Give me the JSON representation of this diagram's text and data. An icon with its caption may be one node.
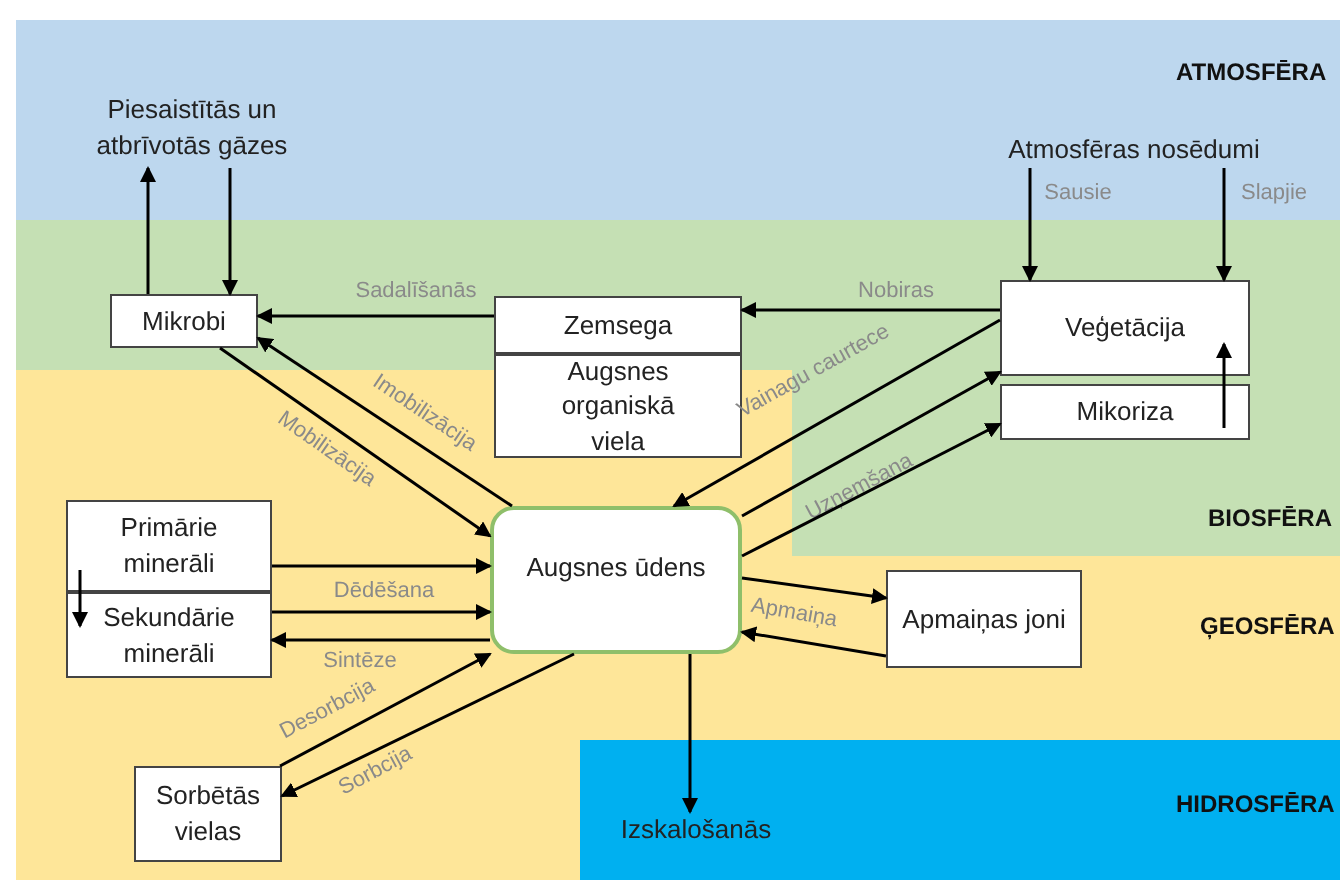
{
  "diagram": {
    "nodes": [
      {
        "text": [
          "Piesaistītās un atbrīvotās gāzes"
        ]
      },
      {
        "text": [
          "Mikrobi"
        ]
      },
      {
        "text": [
          "Zemsega"
        ]
      },
      {
        "text": [
          "Augsnes organiskā viela"
        ]
      },
      {
        "text": [
          "Atmosfēras nosēdumi"
        ]
      },
      {
        "text": [
          "Veģetācija"
        ]
      },
      {
        "text": [
          "Mikoriza"
        ]
      },
      {
        "text": [
          "Primārie minerāli"
        ]
      },
      {
        "text": [
          "Sekundārie minerāli"
        ]
      },
      {
        "text": [
          "Augsnes ūdens"
        ]
      },
      {
        "text": [
          "Apmaiņas joni"
        ]
      },
      {
        "text": [
          "Sorbētās vielas"
        ]
      },
      {
        "text": [
          "Izskalošanās"
        ]
      }
    ],
    "edges": [
      {
        "from": 1,
        "to": 0,
        "arrow": "to"
      },
      {
        "from": 0,
        "to": 1,
        "arrow": "to"
      },
      {
        "from": 2,
        "to": 1,
        "arrow": "to",
        "label": "Sadalīšanās"
      },
      {
        "from": 5,
        "to": 2,
        "arrow": "to",
        "label": "Nobiras"
      },
      {
        "from": 4,
        "to": 5,
        "arrow": "to",
        "label": "Sausie"
      },
      {
        "from": 4,
        "to": 5,
        "arrow": "to",
        "label": "Slapjie"
      },
      {
        "from": 9,
        "to": 1,
        "arrow": "to",
        "label": "Imobilizācija"
      },
      {
        "from": 1,
        "to": 9,
        "arrow": "to",
        "label": "Mobilizācija"
      },
      {
        "from": 5,
        "to": 9,
        "arrow": "to",
        "label": "Vainagu caurtece"
      },
      {
        "from": 9,
        "to": 5,
        "arrow": "to"
      },
      {
        "from": 9,
        "to": 6,
        "arrow": "to",
        "label": "Uzņemšana"
      },
      {
        "from": 9,
        "to": 10,
        "arrow": "to"
      },
      {
        "from": 10,
        "to": 9,
        "arrow": "to",
        "label": "Apmaiņa"
      },
      {
        "from": 7,
        "to": 9,
        "arrow": "to"
      },
      {
        "from": 8,
        "to": 9,
        "arrow": "to",
        "label": "Dēdēšana"
      },
      {
        "from": 9,
        "to": 8,
        "arrow": "to",
        "label": "Sintēze"
      },
      {
        "from": 11,
        "to": 9,
        "arrow": "to",
        "label": "Desorbcija"
      },
      {
        "from": 9,
        "to": 11,
        "arrow": "to",
        "label": "Sorbcija"
      },
      {
        "from": 9,
        "to": 12,
        "arrow": "to"
      },
      {
        "from": 6,
        "to": 5,
        "arrow": "to"
      },
      {
        "from": 7,
        "to": 8,
        "arrow": "to"
      }
    ],
    "labels": [
      "ATMOSFĒRA",
      "BIOSFĒRA",
      "ĢEOSFĒRA",
      "HIDROSFĒRA"
    ]
  }
}
